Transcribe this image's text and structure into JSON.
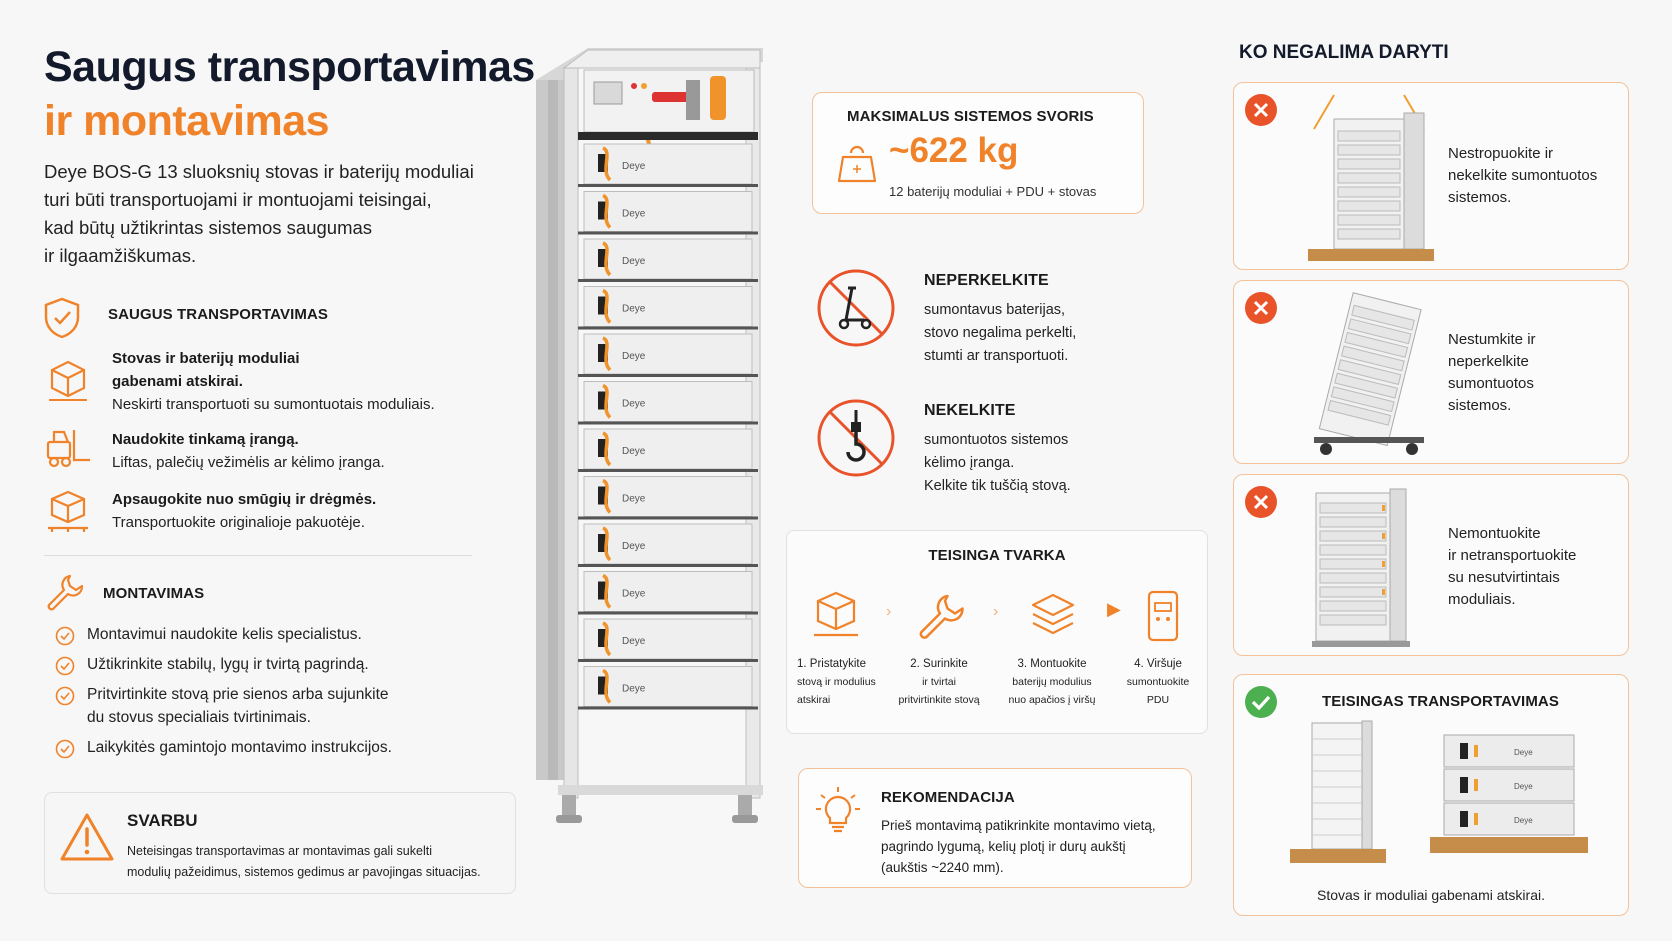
{
  "title": {
    "line1": "Saugus transportavimas",
    "line2": "ir montavimas"
  },
  "intro": {
    "l1": "Deye BOS-G 13 sluoksnių stovas ir baterijų moduliai",
    "l2": "turi būti transportuojami ir montuojami teisingai,",
    "l3": "kad būtų užtikrintas sistemos saugumas",
    "l4": "ir ilgaamžiškumas."
  },
  "transport": {
    "heading": "SAUGUS TRANSPORTAVIMAS",
    "items": [
      {
        "bold1": "Stovas ir baterijų moduliai",
        "bold2": "gabenami atskirai.",
        "text": "Neskirti transportuoti su sumontuotais moduliais."
      },
      {
        "bold1": "Naudokite tinkamą įrangą.",
        "text": "Liftas, palečių vežimėlis ar kėlimo įranga."
      },
      {
        "bold1": "Apsaugokite nuo smūgių ir drėgmės.",
        "text": "Transportuokite originalioje pakuotėje."
      }
    ]
  },
  "install": {
    "heading": "MONTAVIMAS",
    "items": [
      "Montavimui naudokite kelis specialistus.",
      "Užtikrinkite stabilų, lygų ir tvirtą pagrindą.",
      "Pritvirtinkite stovą prie sienos arba sujunkite",
      "du stovus specialiais tvirtinimais.",
      "Laikykitės gamintojo montavimo instrukcijos."
    ]
  },
  "important": {
    "heading": "SVARBU",
    "l1": "Neteisingas transportavimas ar montavimas gali sukelti",
    "l2": "modulių pažeidimus, sistemos gedimus ar pavojingas situacijas."
  },
  "rack": {
    "brand": "Deye"
  },
  "weight": {
    "heading": "MAKSIMALUS SISTEMOS SVORIS",
    "value": "~622 kg",
    "note": "12 baterijų moduliai + PDU + stovas"
  },
  "no_move": {
    "heading": "NEPERKELKITE",
    "l1": "sumontavus baterijas,",
    "l2": "stovo negalima perkelti,",
    "l3": "stumti ar transportuoti."
  },
  "no_lift": {
    "heading": "NEKELKITE",
    "l1": "sumontuotos sistemos",
    "l2": "kėlimo įranga.",
    "l3": "Kelkite tik tuščią stovą."
  },
  "order": {
    "heading": "TEISINGA TVARKA",
    "steps": [
      {
        "a": "1. Pristatykite",
        "b": "stovą ir modulius",
        "c": "atskirai"
      },
      {
        "a": "2. Surinkite",
        "b": "ir tvirtai",
        "c": "pritvirtinkite stovą"
      },
      {
        "a": "3. Montuokite",
        "b": "baterijų modulius",
        "c": "nuo apačios į viršų"
      },
      {
        "a": "4. Viršuje",
        "b": "sumontuokite",
        "c": "PDU"
      }
    ]
  },
  "recommend": {
    "heading": "REKOMENDACIJA",
    "l1": "Prieš montavimą patikrinkite montavimo vietą,",
    "l2": "pagrindo lygumą, kelių plotį ir durų aukštį",
    "l3": "(aukštis ~2240 mm)."
  },
  "donts": {
    "heading": "KO NEGALIMA DARYTI",
    "items": [
      {
        "lines": [
          "Nestropuokite ir",
          "nekelkite sumontuotos",
          "sistemos."
        ]
      },
      {
        "lines": [
          "Nestumkite ir",
          "neperkelkite",
          "sumontuotos",
          "sistemos."
        ]
      },
      {
        "lines": [
          "Nemontuokite",
          "ir netransportuokite",
          "su nesutvirtintais",
          "moduliais."
        ]
      }
    ]
  },
  "correct": {
    "heading": "TEISINGAS TRANSPORTAVIMAS",
    "caption": "Stovas ir moduliai gabenami atskirai."
  },
  "colors": {
    "accent": "#f0832a",
    "bad": "#e9532a",
    "good": "#4caf50"
  }
}
